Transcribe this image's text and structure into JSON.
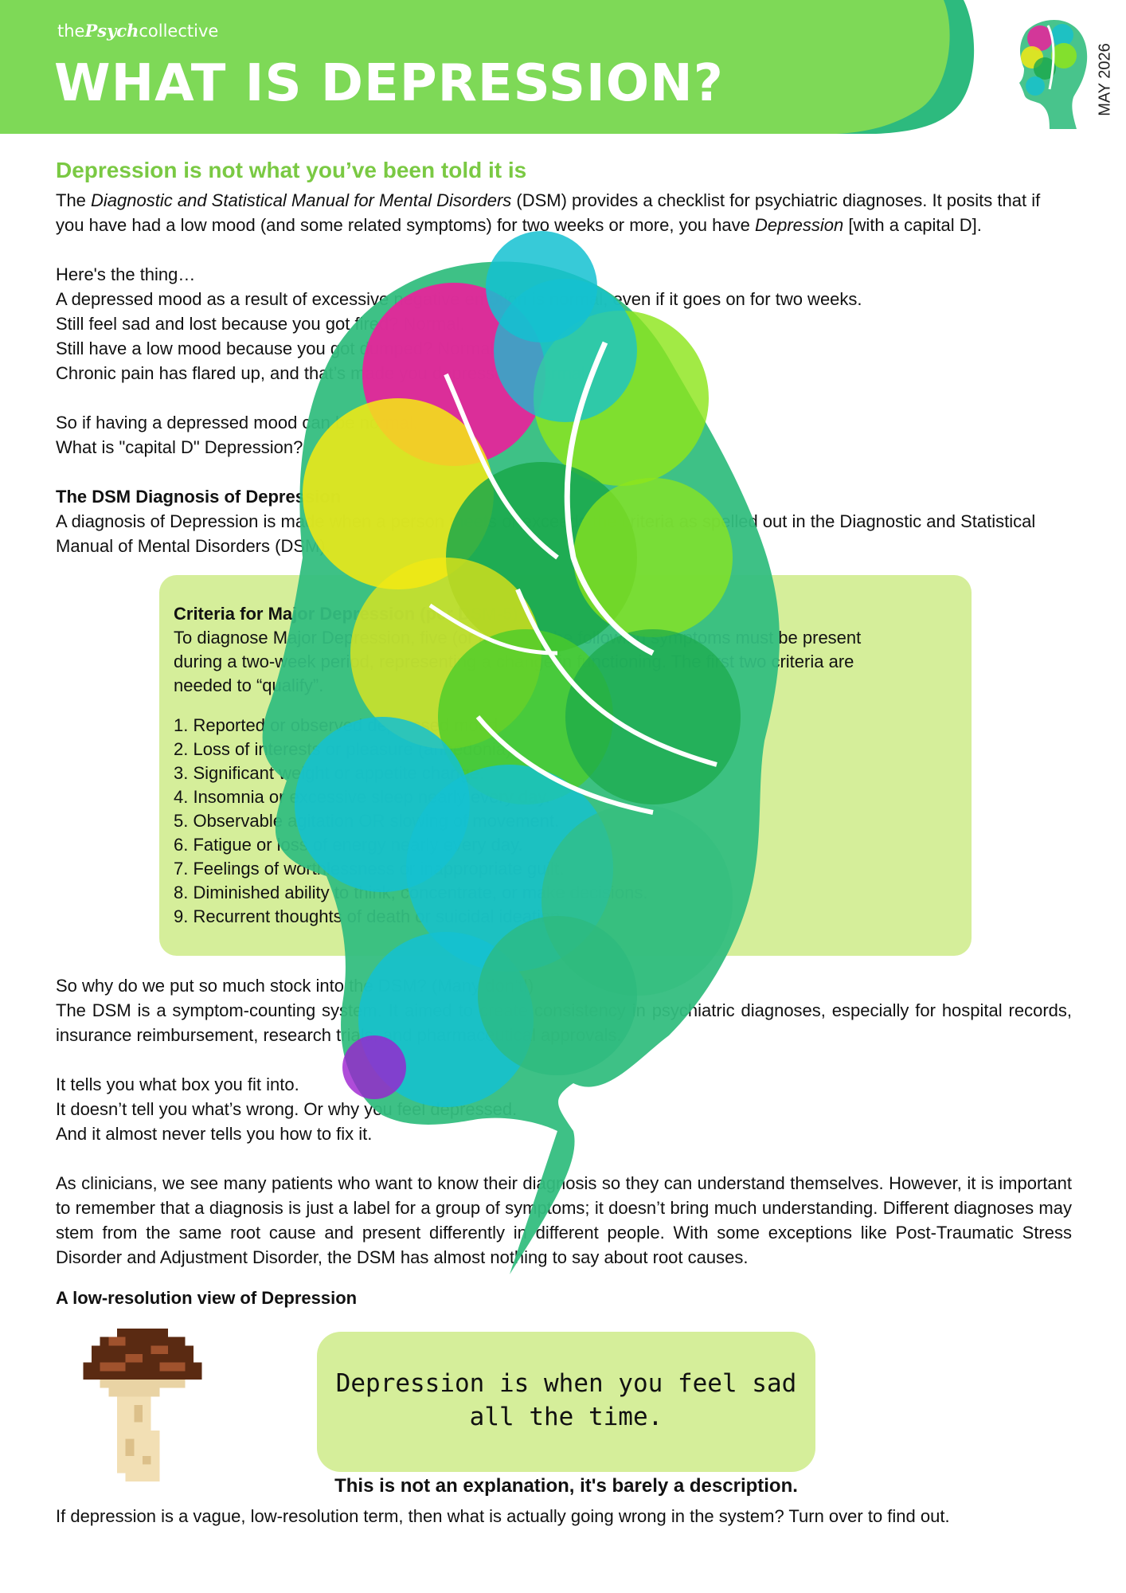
{
  "header": {
    "brand_prefix": "the",
    "brand_psych": "Psych",
    "brand_suffix": "collective",
    "title": "WHAT IS DEPRESSION?",
    "date": "MAY 2026"
  },
  "intro": {
    "subhead": "Depression is not what you’ve been told it is",
    "p1_a": "The ",
    "p1_italic": "Diagnostic and Statistical Manual for Mental Disorders",
    "p1_b": " (DSM) provides a checklist for psychiatric diagnoses. It posits that if you have had a low mood (and some related symptoms) for two weeks or more, you have ",
    "p1_italic2": "Depression",
    "p1_c": " [with a capital D].",
    "lines": [
      "Here's the thing…",
      "A depressed mood as a result of excessive negative emotion is normal, even if it goes on for two weeks.",
      "Still feel sad and lost because you got fired? Normal.",
      "Still have a low mood because you got dumped? Normal.",
      "Chronic pain has flared up, and that’s made you depressed? Normal."
    ],
    "lines2": [
      "So if having a depressed mood can be normal.",
      "What is \"capital D\" Depression?"
    ],
    "dsm_heading": "The DSM Diagnosis of Depression",
    "dsm_text": "A diagnosis of Depression is made when a person meets or exceeds the criteria as spelled out in the Diagnostic and Statistical Manual of Mental Disorders (DSM)."
  },
  "criteria": {
    "title": "Criteria for Major Depression (per DSM-5)",
    "description": "To diagnose Major Depression, five (or more) of the following symptoms must be present during a two-week period, representing a change in functioning. The first two criteria are needed to “qualify”.",
    "items": [
      "1. Reported or observed depressed mood.",
      "2. Loss of interests or pleasure (anhedonia).",
      "3. Significant weight or appetite change.",
      "4. Insomnia or excessive sleep nearly every day.",
      "5. Observable agitation OR slowing of movement.",
      "6. Fatigue or loss of energy nearly every day.",
      "7. Feelings of worthlessness or inappropriate guilt.",
      "8. Diminished ability to think, concentrate, or make decisions.",
      "9. Recurrent thoughts of death or suicidal ideation."
    ]
  },
  "discussion": {
    "q1": "So why do we put so much stock into the DSM? (Many don’t!)",
    "p1": "The DSM is a symptom-counting system. It aimed to create consistency in psychiatric diagnoses, especially for hospital records, insurance reimbursement, research trials, and pharmaceutical approvals.",
    "lines": [
      "It tells you what box you fit into.",
      "It doesn’t tell you what’s wrong. Or why you feel depressed.",
      "And it almost never tells you how to fix it."
    ],
    "p2": "As clinicians, we see many patients who want to know their diagnosis so they can understand themselves. However, it is important to remember that a diagnosis is just a label for a group of symptoms; it doesn’t bring much understanding. Different diagnoses may stem from the same root cause and present differently in different people. With some exceptions like Post-Traumatic Stress Disorder and Adjustment Disorder, the DSM has almost nothing to say about root causes."
  },
  "lowres": {
    "heading": "A low-resolution view of Depression",
    "quote": "Depression is when you feel sad all the time.",
    "caption": "This is not an explanation, it's barely a description.",
    "closing": "If depression is a vague, low-resolution term, then what is actually going wrong in the system? Turn over to find out."
  },
  "colors": {
    "banner_green": "#7ed957",
    "banner_teal": "#2dba7e",
    "subhead_green": "#7ac943",
    "box_green": "#d5ee9a",
    "magenta": "#ec1e9b",
    "yellow": "#f4ea13",
    "cyan": "#14c1d1",
    "lime": "#8ee51c",
    "dark_green": "#1aa84a",
    "sea_green": "#34be7f"
  }
}
